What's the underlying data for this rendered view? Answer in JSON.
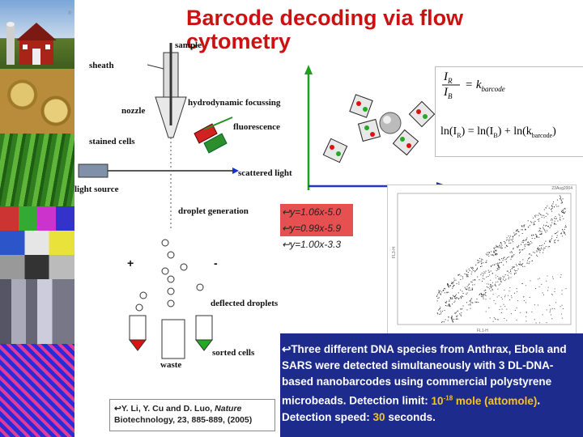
{
  "title": "Barcode decoding via flow cytometry",
  "stamp": "®",
  "diagram": {
    "sample": "sample",
    "sheath": "sheath",
    "nozzle": "nozzle",
    "hydrodynamic": "hydrodynamic focussing",
    "fluorescence": "fluorescence",
    "stained_cells": "stained cells",
    "scattered_light": "scattered light",
    "light_source": "light source",
    "droplet_generation": "droplet generation",
    "deflected_droplets": "deflected droplets",
    "sorted_cells": "sorted cells",
    "waste": "waste",
    "plus": "+",
    "minus": "-"
  },
  "equations": {
    "ratio_num": "I",
    "ratio_num_sub": "R",
    "ratio_den": "I",
    "ratio_den_sub": "B",
    "ratio_rhs": "= k",
    "ratio_rhs_sub": "barcode",
    "log_eq": "ln(I",
    "log_eq_sub_r": "R",
    "log_eq_mid": ") = ln(I",
    "log_eq_sub_b": "B",
    "log_eq_end": ") + ln(k",
    "log_eq_sub_k": "barcode",
    "log_eq_close": ")"
  },
  "legend": [
    "y=1.06x-5.0",
    "y=0.99x-5.9",
    "y=1.00x-3.3"
  ],
  "plot": {
    "header": "23Aug2004",
    "ylabel": "FL3-H",
    "xlabel": "FL1-H"
  },
  "citation": "Y. Li, Y. Cu and D. Luo, Nature Biotechnology, 23, 885-889, (2005)",
  "citation_parts": {
    "authors": "Y. Li, Y. Cu and D. Luo, ",
    "journal": "Nature",
    "rest": "Biotechnology, 23, 885-889, (2005)"
  },
  "body": {
    "p1": "Three different DNA species from Anthrax, Ebola and SARS were detected simultaneously with 3 DL-DNA-based nanobarcodes using commercial polystyrene microbeads. Detection limit: ",
    "limit_value": "10",
    "limit_exp": "-18",
    "limit_unit": " mole (attomole)",
    "p2": ". Detection speed: ",
    "speed": "30",
    "p3": " seconds."
  },
  "colors": {
    "title": "#cc1111",
    "text_panel": "#1d2c8c",
    "highlight": "#f5c518",
    "legend_red": "#e65050"
  }
}
